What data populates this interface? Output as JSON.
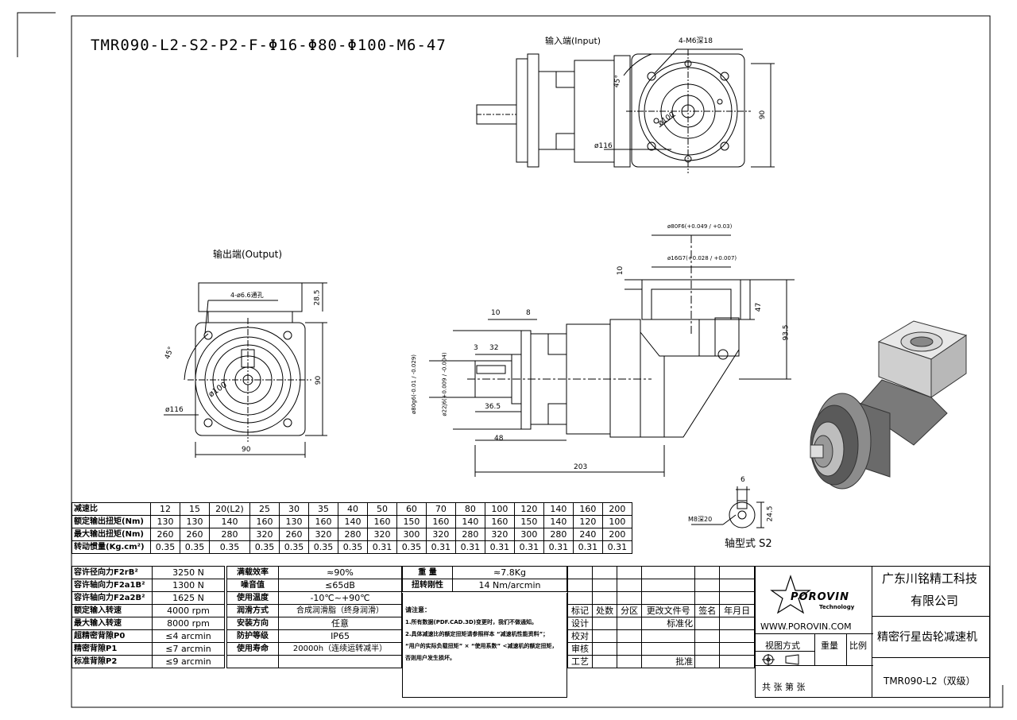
{
  "title": "TMR090-L2-S2-P2-F-Φ16-Φ80-Φ100-M6-47",
  "labels": {
    "input": "输入端(Input)",
    "output": "输出端(Output)",
    "shaft_type": "轴型式 S2"
  },
  "dims": {
    "input_holes": "4-M6深18",
    "input_angle": "45°",
    "input_d100": "ø100",
    "input_d116": "ø116",
    "input_90": "90",
    "output_holes": "4-ø6.6通孔",
    "output_28_5": "28.5",
    "output_angle": "45°",
    "output_d100": "ø100",
    "output_d116": "ø116",
    "output_90v": "90",
    "output_90h": "90",
    "side_80f6": "ø80F6(+0.049 / +0.03)",
    "side_16g7": "ø16G7(+0.028 / +0.007)",
    "side_10v": "10",
    "side_47": "47",
    "side_93_5": "93.5",
    "side_10": "10",
    "side_8": "8",
    "side_3": "3",
    "side_32": "32",
    "side_80g6": "ø80g6(-0.01 / -0.029)",
    "side_22j6": "ø22j6(+0.009 / -0.004)",
    "side_36_5": "36.5",
    "side_48": "48",
    "side_203": "203",
    "key_m8": "M8深20",
    "key_6": "6",
    "key_24_5": "24.5"
  },
  "ratio_table": {
    "headers": [
      "减速比",
      "12",
      "15",
      "20(L2)",
      "25",
      "30",
      "35",
      "40",
      "50",
      "60",
      "70",
      "80",
      "100",
      "120",
      "140",
      "160",
      "200"
    ],
    "rows": [
      [
        "额定输出扭矩(Nm)",
        "130",
        "130",
        "140",
        "160",
        "130",
        "160",
        "140",
        "160",
        "150",
        "160",
        "140",
        "160",
        "150",
        "140",
        "120",
        "100"
      ],
      [
        "最大输出扭矩(Nm)",
        "260",
        "260",
        "280",
        "320",
        "260",
        "320",
        "280",
        "320",
        "300",
        "320",
        "280",
        "320",
        "300",
        "280",
        "240",
        "200"
      ],
      [
        "转动惯量(Kg.cm²)",
        "0.35",
        "0.35",
        "0.35",
        "0.35",
        "0.35",
        "0.35",
        "0.35",
        "0.31",
        "0.35",
        "0.31",
        "0.31",
        "0.31",
        "0.31",
        "0.31",
        "0.31",
        "0.31"
      ]
    ]
  },
  "specs": [
    [
      "容许径向力F2rB²",
      "3250 N",
      "满载效率",
      "≈90%"
    ],
    [
      "容许轴向力F2a1B²",
      "1300 N",
      "噪音值",
      "≤65dB"
    ],
    [
      "容许轴向力F2a2B²",
      "1625 N",
      "使用温度",
      "-10℃~+90℃"
    ],
    [
      "额定输入转速",
      "4000 rpm",
      "润滑方式",
      "合成润滑脂（终身润滑）"
    ],
    [
      "最大输入转速",
      "8000 rpm",
      "安装方向",
      "任意"
    ],
    [
      "超精密背隙P0",
      "≤4 arcmin",
      "防护等级",
      "IP65"
    ],
    [
      "精密背隙P1",
      "≤7 arcmin",
      "使用寿命",
      "20000h（连续运转减半）"
    ],
    [
      "标准背隙P2",
      "≤9 arcmin",
      "",
      ""
    ]
  ],
  "weight": {
    "label": "重 量",
    "value": "≈7.8Kg"
  },
  "stiffness": {
    "label": "扭转刚性",
    "value": "14 Nm/arcmin"
  },
  "notes": [
    "请注意：",
    "1.所有数据(PDF.CAD.3D)变更时，我们不做通知。",
    "2.具体减速比的额定扭矩请参照样本 “减速机性能资料”；",
    "“用户的实际负载扭矩” × “使用系数” <减速机的额定扭矩，",
    "否则用户发生损坏。"
  ],
  "revision": {
    "headers": [
      "标记",
      "处数",
      "分区",
      "更改文件号",
      "签名",
      "年月日"
    ],
    "design": "设计",
    "standardize": "标准化",
    "check": "校对",
    "review": "审核",
    "process": "工艺",
    "approve": "批准"
  },
  "brand": {
    "logo": "POROVIN",
    "logo_sub": "Technology",
    "website": "WWW.POROVIN.COM",
    "view_mode": "视图方式",
    "weight": "重量",
    "scale": "比例",
    "sheets": "共  张 第  张"
  },
  "company": {
    "line1": "广东川铭精工科技",
    "line2": "有限公司",
    "product": "精密行星齿轮减速机",
    "model": "TMR090-L2（双级）"
  }
}
